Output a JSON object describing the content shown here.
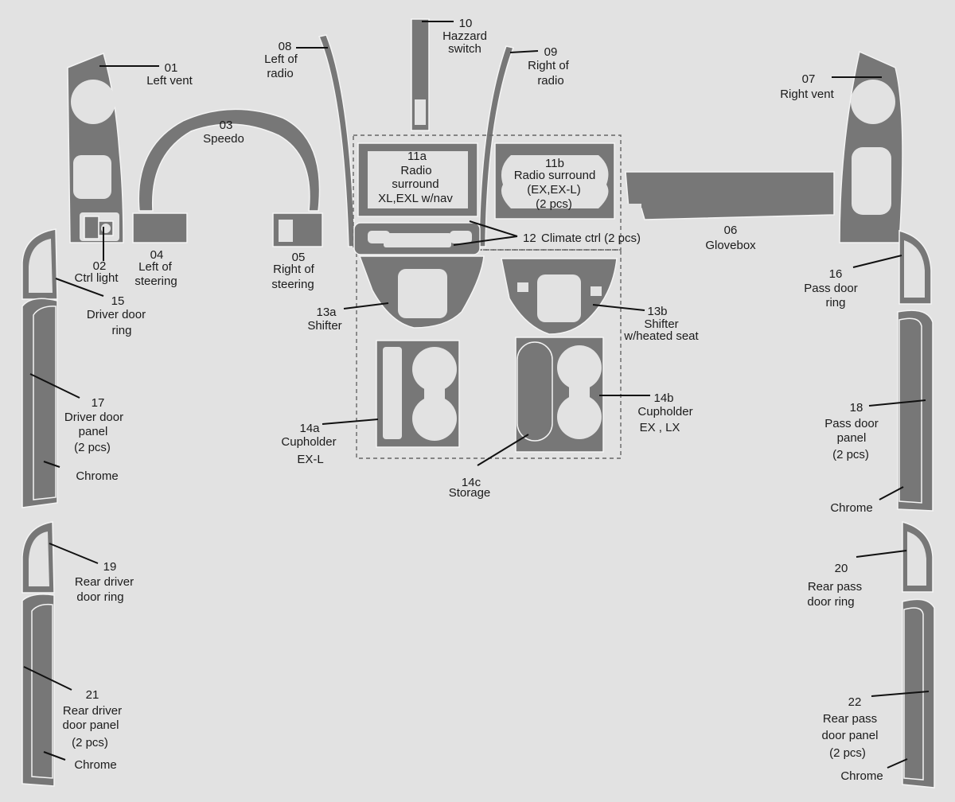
{
  "colors": {
    "background": "#e2e2e2",
    "piece": "#777777",
    "piece_edge": "#f4f4f4",
    "text": "#1b1b1b",
    "leader": "#111111"
  },
  "labels": {
    "p01": {
      "num": "01",
      "lines": [
        "Left vent"
      ]
    },
    "p02": {
      "num": "02",
      "lines": [
        "Ctrl light"
      ]
    },
    "p03": {
      "num": "03",
      "lines": [
        "Speedo"
      ]
    },
    "p04": {
      "num": "04",
      "lines": [
        "Left of",
        "steering"
      ]
    },
    "p05": {
      "num": "05",
      "lines": [
        "Right of",
        "steering"
      ]
    },
    "p06": {
      "num": "06",
      "lines": [
        "Glovebox"
      ]
    },
    "p07": {
      "num": "07",
      "lines": [
        "Right vent"
      ]
    },
    "p08": {
      "num": "08",
      "lines": [
        "Left of",
        "radio"
      ]
    },
    "p09": {
      "num": "09",
      "lines": [
        "Right of",
        "radio"
      ]
    },
    "p10": {
      "num": "10",
      "lines": [
        "Hazzard",
        "switch"
      ]
    },
    "p11a": {
      "num": "11a",
      "lines": [
        "Radio",
        "surround",
        "XL,EXL w/nav"
      ]
    },
    "p11b": {
      "num": "11b",
      "lines": [
        "Radio surround",
        "(EX,EX-L)",
        "(2 pcs)"
      ]
    },
    "p12": {
      "num": "12",
      "lines": [
        "Climate ctrl (2 pcs)"
      ]
    },
    "p13a": {
      "num": "13a",
      "lines": [
        "Shifter"
      ]
    },
    "p13b": {
      "num": "13b",
      "lines": [
        "Shifter",
        "w/heated seat"
      ]
    },
    "p14a": {
      "num": "14a",
      "lines": [
        "Cupholder",
        "EX-L"
      ]
    },
    "p14b": {
      "num": "14b",
      "lines": [
        "Cupholder",
        "EX , LX"
      ]
    },
    "p14c": {
      "num": "14c",
      "lines": [
        "Storage"
      ]
    },
    "p15": {
      "num": "15",
      "lines": [
        "Driver door",
        "ring"
      ]
    },
    "p16": {
      "num": "16",
      "lines": [
        "Pass door",
        "ring"
      ]
    },
    "p17": {
      "num": "17",
      "lines": [
        "Driver door",
        "panel",
        "(2 pcs)"
      ]
    },
    "p18": {
      "num": "18",
      "lines": [
        "Pass door",
        "panel",
        "(2 pcs)"
      ]
    },
    "p19": {
      "num": "19",
      "lines": [
        "Rear driver",
        "door ring"
      ]
    },
    "p20": {
      "num": "20",
      "lines": [
        "Rear pass",
        "door ring"
      ]
    },
    "p21": {
      "num": "21",
      "lines": [
        "Rear  driver",
        "door panel",
        "(2 pcs)"
      ]
    },
    "p22": {
      "num": "22",
      "lines": [
        "Rear pass",
        "door panel",
        "(2 pcs)"
      ]
    },
    "chrome": "Chrome"
  }
}
